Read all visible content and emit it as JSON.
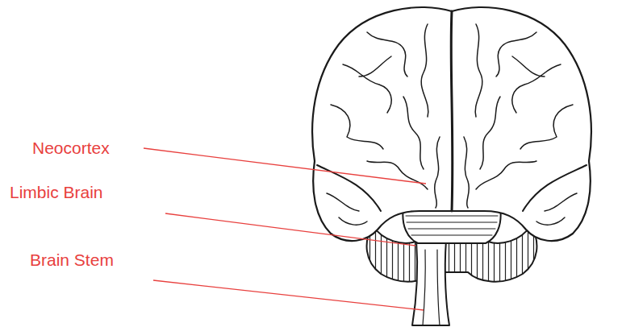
{
  "diagram": {
    "labels": [
      "Neocortex",
      "Limbic Brain",
      "Brain Stem"
    ]
  }
}
